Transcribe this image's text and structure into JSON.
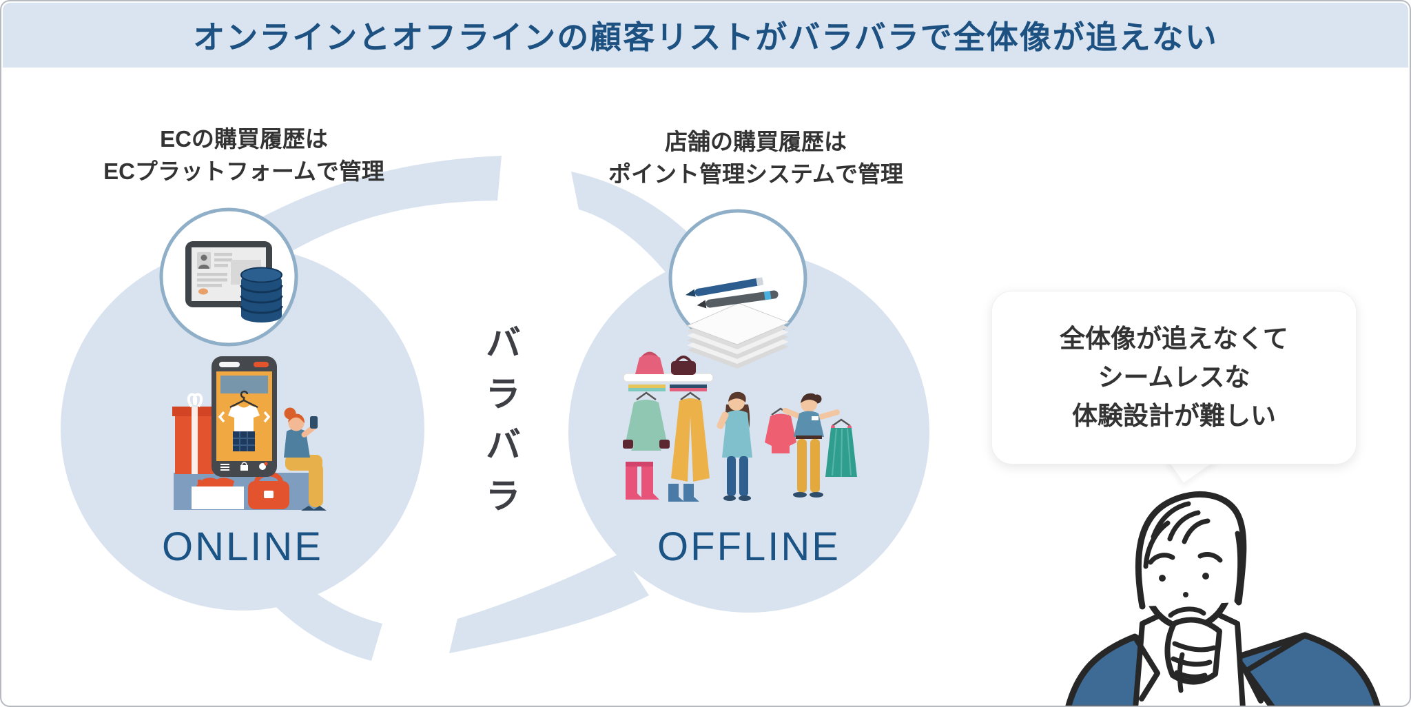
{
  "header": {
    "title": "オンラインとオフラインの顧客リストがバラバラで全体像が追えない"
  },
  "online": {
    "caption_line1": "ECの購買履歴は",
    "caption_line2": "ECプラットフォームで管理",
    "label": "ONLINE",
    "badge_icon": "tablet-database-icon"
  },
  "offline": {
    "caption_line1": "店舗の購買履歴は",
    "caption_line2": "ポイント管理システムで管理",
    "label": "OFFLINE",
    "badge_icon": "papers-pens-icon"
  },
  "center": {
    "scattered_label": "バラバラ"
  },
  "speech_bubble": {
    "line1": "全体像が追えなくて",
    "line2": "シームレスな",
    "line3": "体験設計が難しい"
  },
  "colors": {
    "header_bg": "#d9e4f0",
    "title_text": "#1d5181",
    "circle_fill": "#d9e3ef",
    "label_text": "#1b5385",
    "caption_text": "#333333",
    "scattered_text": "#3d3f44",
    "badge_border": "#8faec7",
    "accent_orange": "#e2532e",
    "database_navy": "#1d4e7c",
    "suit_blue": "#3d6b96"
  }
}
